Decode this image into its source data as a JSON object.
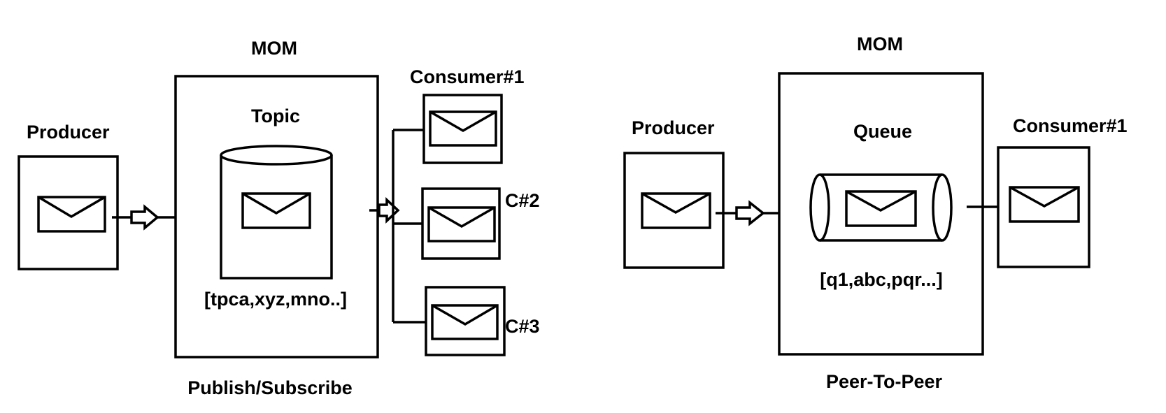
{
  "pubsub": {
    "mom_label": "MOM",
    "producer_label": "Producer",
    "topic_label": "Topic",
    "topic_names": "[tpca,xyz,mno..]",
    "consumers": [
      "Consumer#1",
      "C#2",
      "C#3"
    ],
    "caption": "Publish/Subscribe"
  },
  "p2p": {
    "mom_label": "MOM",
    "producer_label": "Producer",
    "queue_label": "Queue",
    "queue_names": "[q1,abc,pqr...]",
    "consumer_label": "Consumer#1",
    "caption": "Peer-To-Peer"
  },
  "colors": {
    "stroke": "#000000",
    "background": "#ffffff"
  },
  "icons": {
    "message": "envelope-icon",
    "flow": "hollow-arrow-icon",
    "topic_store": "cylinder-icon",
    "queue_store": "horizontal-cylinder-icon"
  }
}
